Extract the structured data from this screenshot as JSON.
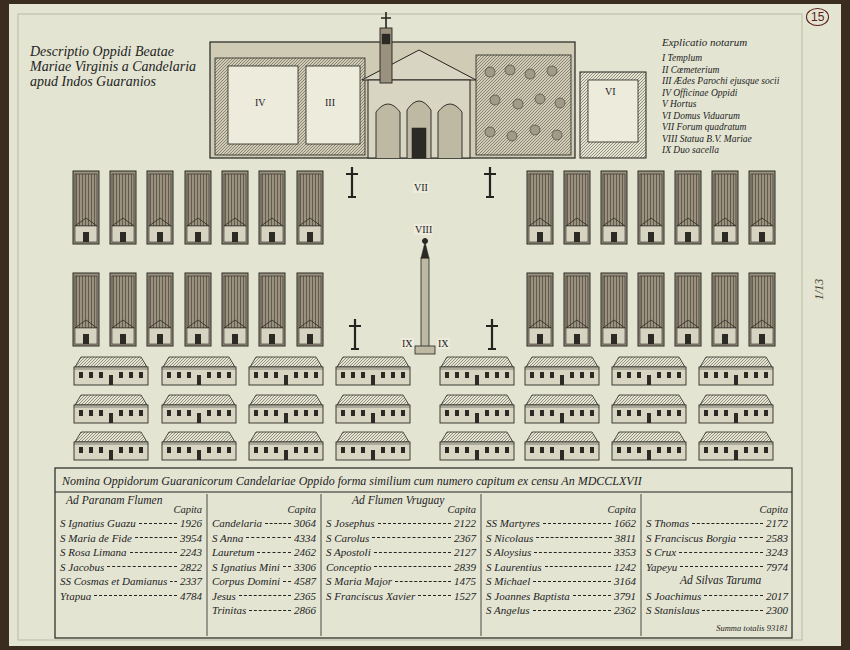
{
  "diagram": {
    "title": "Descriptio Oppidi Beatae Mariae Virginis a Candelaria apud Indos Guaranios",
    "labels": [
      "15",
      "Explicatio notarum",
      "I Templum",
      "II Cœmeterium",
      "III Ædes Parochi ejusque socii",
      "IV Officinae Oppidi",
      "V Hortus",
      "VI Domus Viduarum",
      "VII Forum quadratum",
      "VIII Statua B.V. Mariae",
      "IX Duo sacella",
      "IV",
      "III",
      "VI",
      "VII",
      "VIII",
      "IX",
      "IX",
      "Nomina Oppidorum Guaranicorum Candelariae Oppido forma similium cum numero capitum ex censu An MDCCLXVII",
      "Ad Paranam Flumen",
      "Capita",
      "S Ignatius Guazu",
      "1926",
      "S Maria de Fide",
      "3954",
      "S Rosa Limana",
      "2243",
      "S Jacobus",
      "2822",
      "SS Cosmas et Damianus",
      "2337",
      "Ytapua",
      "4784",
      "Capita",
      "Candelaria",
      "3064",
      "S Anna",
      "4334",
      "Lauretum",
      "2462",
      "S Ignatius Mini",
      "3306",
      "Corpus Domini",
      "4587",
      "Jesus",
      "2365",
      "Trinitas",
      "2866",
      "Ad Flumen Vruguay",
      "Capita",
      "S Josephus",
      "2122",
      "S Carolus",
      "2367",
      "S Apostoli",
      "2127",
      "Conceptio",
      "2839",
      "S Maria Major",
      "1475",
      "S Franciscus Xavier",
      "1527",
      "Capita",
      "SS Martyres",
      "1662",
      "S Nicolaus",
      "3811",
      "S Aloysius",
      "3353",
      "S Laurentius",
      "1242",
      "S Michael",
      "3164",
      "S Joannes Baptista",
      "3791",
      "S Angelus",
      "2362",
      "Capita",
      "S Thomas",
      "2172",
      "S Franciscus Borgia",
      "2583",
      "S Crux",
      "3243",
      "Yapeyu",
      "7974",
      "Ad Silvas Taruma",
      "S Joachimus",
      "2017",
      "S Stanislaus",
      "2300",
      "Summa totalis 93181",
      "1/13"
    ]
  }
}
